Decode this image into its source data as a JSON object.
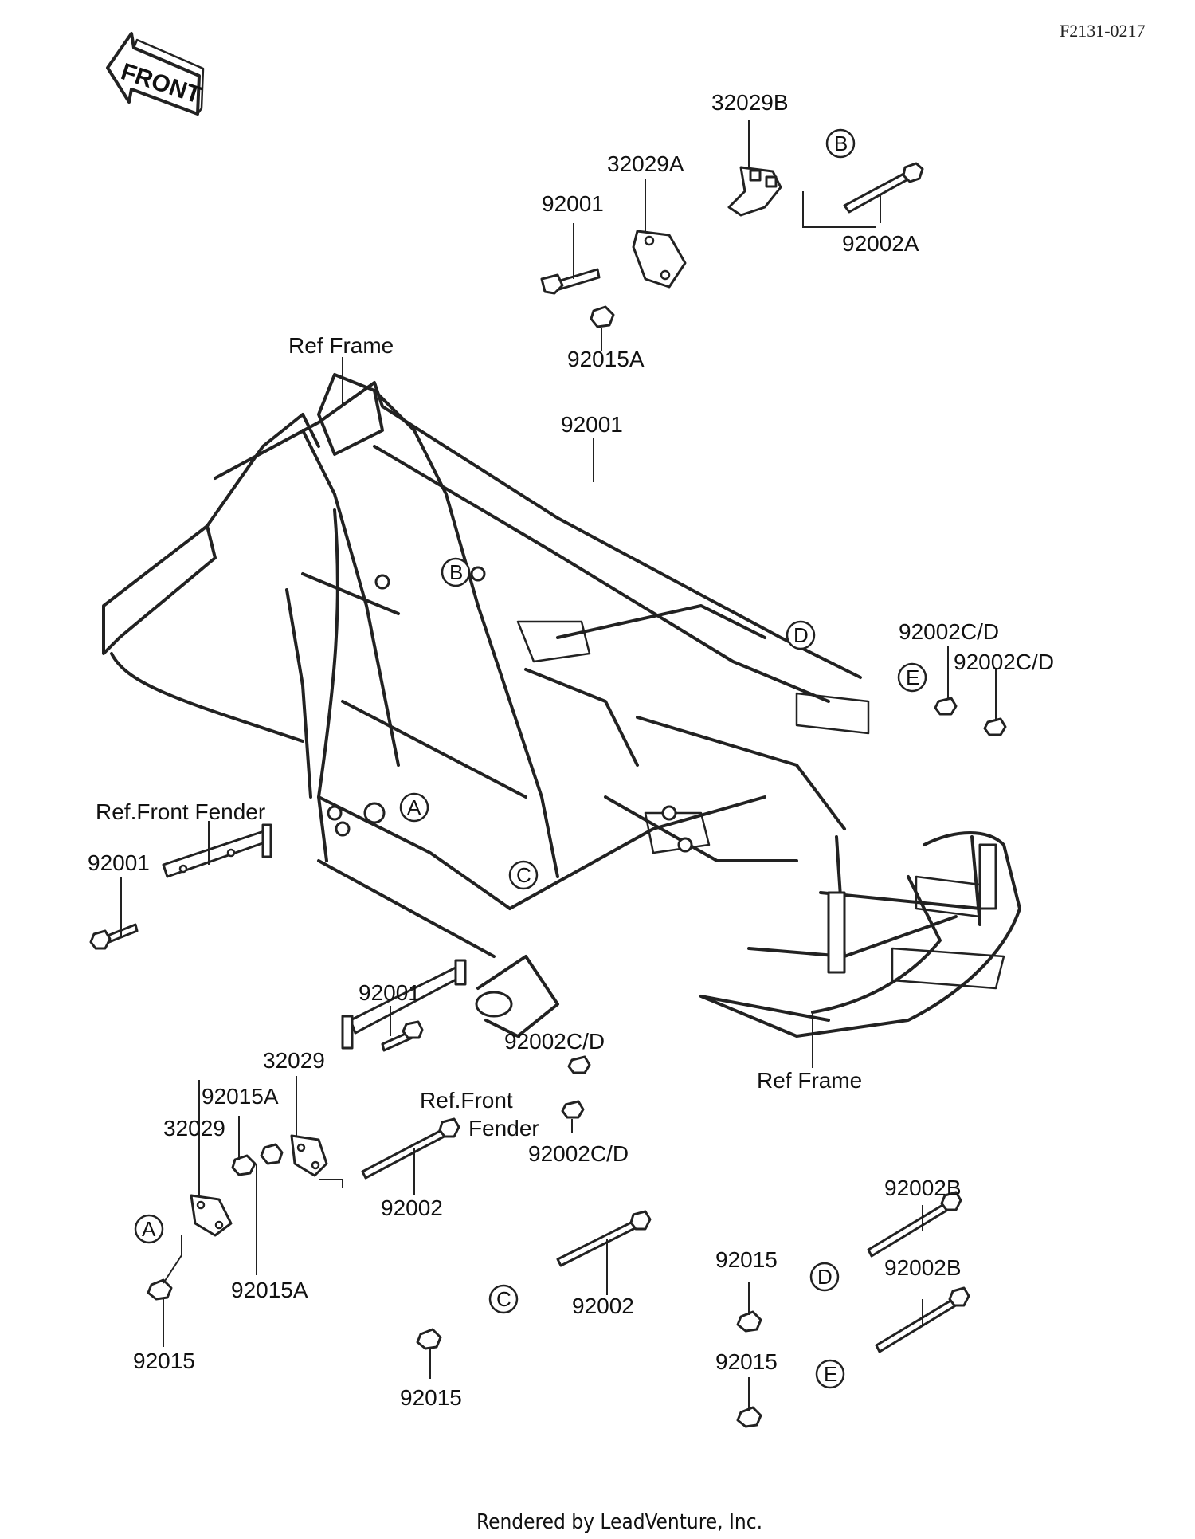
{
  "diagram_code": "F2131-0217",
  "front_label": "FRONT",
  "footer": "Rendered by LeadVenture, Inc.",
  "callouts": [
    "A",
    "B",
    "C",
    "D",
    "E"
  ],
  "labels": {
    "p32029B": "32029B",
    "p32029A": "32029A",
    "p92001_top": "92001",
    "p92002A": "92002A",
    "p92015A_top": "92015A",
    "ref_frame_top": "Ref Frame",
    "p92001_mid": "92001",
    "p92002CD_1": "92002C/D",
    "p92002CD_2": "92002C/D",
    "ref_front_fender_left": "Ref.Front Fender",
    "p92001_left": "92001",
    "p92001_lower": "92001",
    "p92002CD_3": "92002C/D",
    "p92002CD_4": "92002C/D",
    "ref_frame_bottom": "Ref Frame",
    "p32029_a": "32029",
    "p92015A_a": "92015A",
    "ref_front_fender_mid_1": "Ref.Front",
    "ref_front_fender_mid_2": "Fender",
    "p32029_b": "32029",
    "p92002_a": "92002",
    "p92015A_b": "92015A",
    "p92015_a": "92015",
    "p92002B_a": "92002B",
    "p92015_b": "92015",
    "p92002_b": "92002",
    "p92002B_b": "92002B",
    "p92015_c": "92015",
    "p92015_d": "92015"
  }
}
